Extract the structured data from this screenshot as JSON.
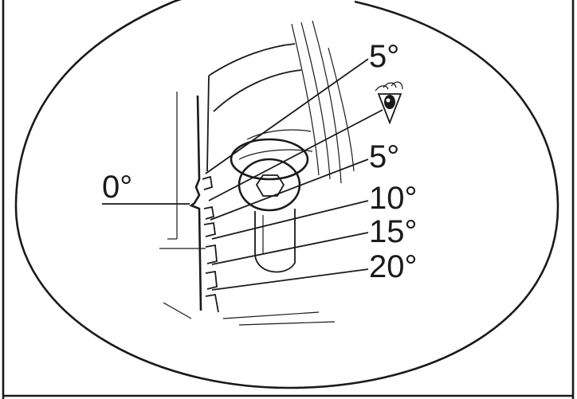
{
  "labels": {
    "zero": "0°",
    "top_five": "5°",
    "five": "5°",
    "ten": "10°",
    "fifteen": "15°",
    "twenty": "20°"
  },
  "icons": {
    "eye": "eye-icon"
  }
}
